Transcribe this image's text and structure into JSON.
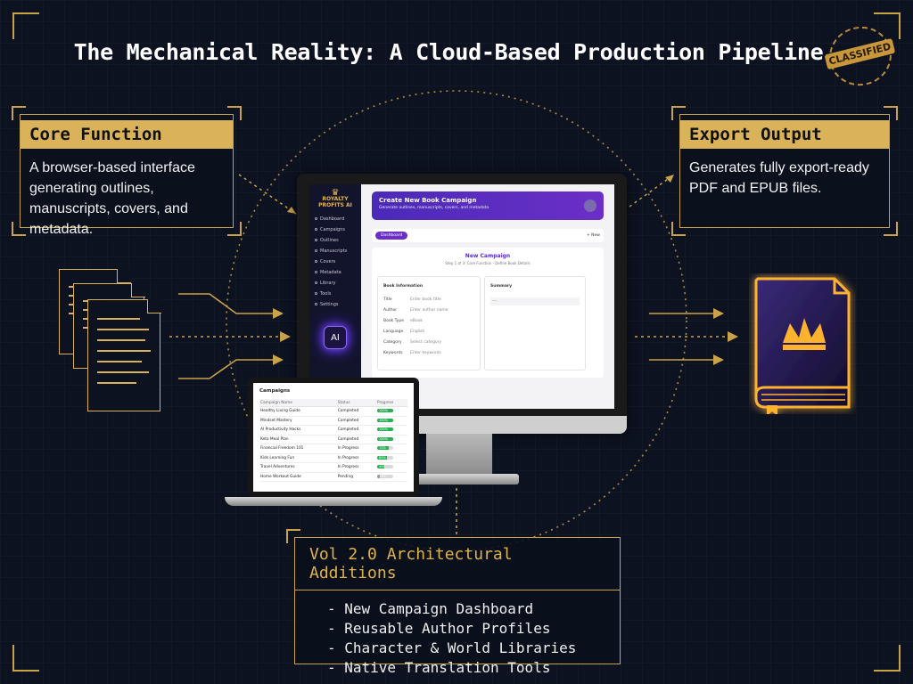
{
  "title": "The Mechanical Reality: A Cloud-Based Production Pipeline",
  "stamp": "CLASSIFIED",
  "core_function": {
    "heading": "Core Function",
    "body": "A browser-based interface generating outlines, manuscripts, covers, and metadata."
  },
  "export_output": {
    "heading": "Export Output",
    "body": "Generates fully export-ready PDF and EPUB files."
  },
  "additions": {
    "heading": "Vol 2.0 Architectural Additions",
    "items": [
      "- New Campaign Dashboard",
      "- Reusable Author Profiles",
      "- Character & World Libraries",
      "- Native Translation Tools"
    ]
  },
  "monitor_app": {
    "logo_line1": "ROYALTY",
    "logo_line2": "PROFITS AI",
    "nav": [
      "Dashboard",
      "Campaigns",
      "Outlines",
      "Manuscripts",
      "Covers",
      "Metadata",
      "Library",
      "Tools",
      "Settings"
    ],
    "ai_badge": "AI",
    "banner_title": "Create New Book Campaign",
    "banner_sub": "Generate outlines, manuscripts, covers, and metadata",
    "tab_pill": "Dashboard",
    "new_button": "+ New",
    "card_title": "New Campaign",
    "card_sub": "Step 1 of 3: Core Function - Define Book Details",
    "form_heading": "Book Information",
    "form_rows": [
      {
        "k": "Title",
        "v": "Enter book title"
      },
      {
        "k": "Author",
        "v": "Enter author name"
      },
      {
        "k": "Book Type",
        "v": "eBook"
      },
      {
        "k": "Language",
        "v": "English"
      },
      {
        "k": "Category",
        "v": "Select category"
      },
      {
        "k": "Keywords",
        "v": "Enter keywords"
      }
    ],
    "summary_heading": "Summary",
    "summary_line": "---"
  },
  "laptop_app": {
    "title": "Campaigns",
    "columns": [
      "Campaign Name",
      "Status",
      "Progress"
    ],
    "rows": [
      {
        "name": "Healthy Living Guide",
        "status": "Completed",
        "progress": 100
      },
      {
        "name": "Mindset Mastery",
        "status": "Completed",
        "progress": 100
      },
      {
        "name": "AI Productivity Hacks",
        "status": "Completed",
        "progress": 100
      },
      {
        "name": "Keto Meal Plan",
        "status": "Completed",
        "progress": 100
      },
      {
        "name": "Financial Freedom 101",
        "status": "In Progress",
        "progress": 72
      },
      {
        "name": "Kids Learning Fun",
        "status": "In Progress",
        "progress": 60
      },
      {
        "name": "Travel Adventures",
        "status": "In Progress",
        "progress": 45
      },
      {
        "name": "Home Workout Guide",
        "status": "Pending",
        "progress": 15
      }
    ]
  },
  "colors": {
    "background": "#0c1220",
    "gold": "#d9b25a",
    "accent_purple": "#6b2fc7"
  }
}
